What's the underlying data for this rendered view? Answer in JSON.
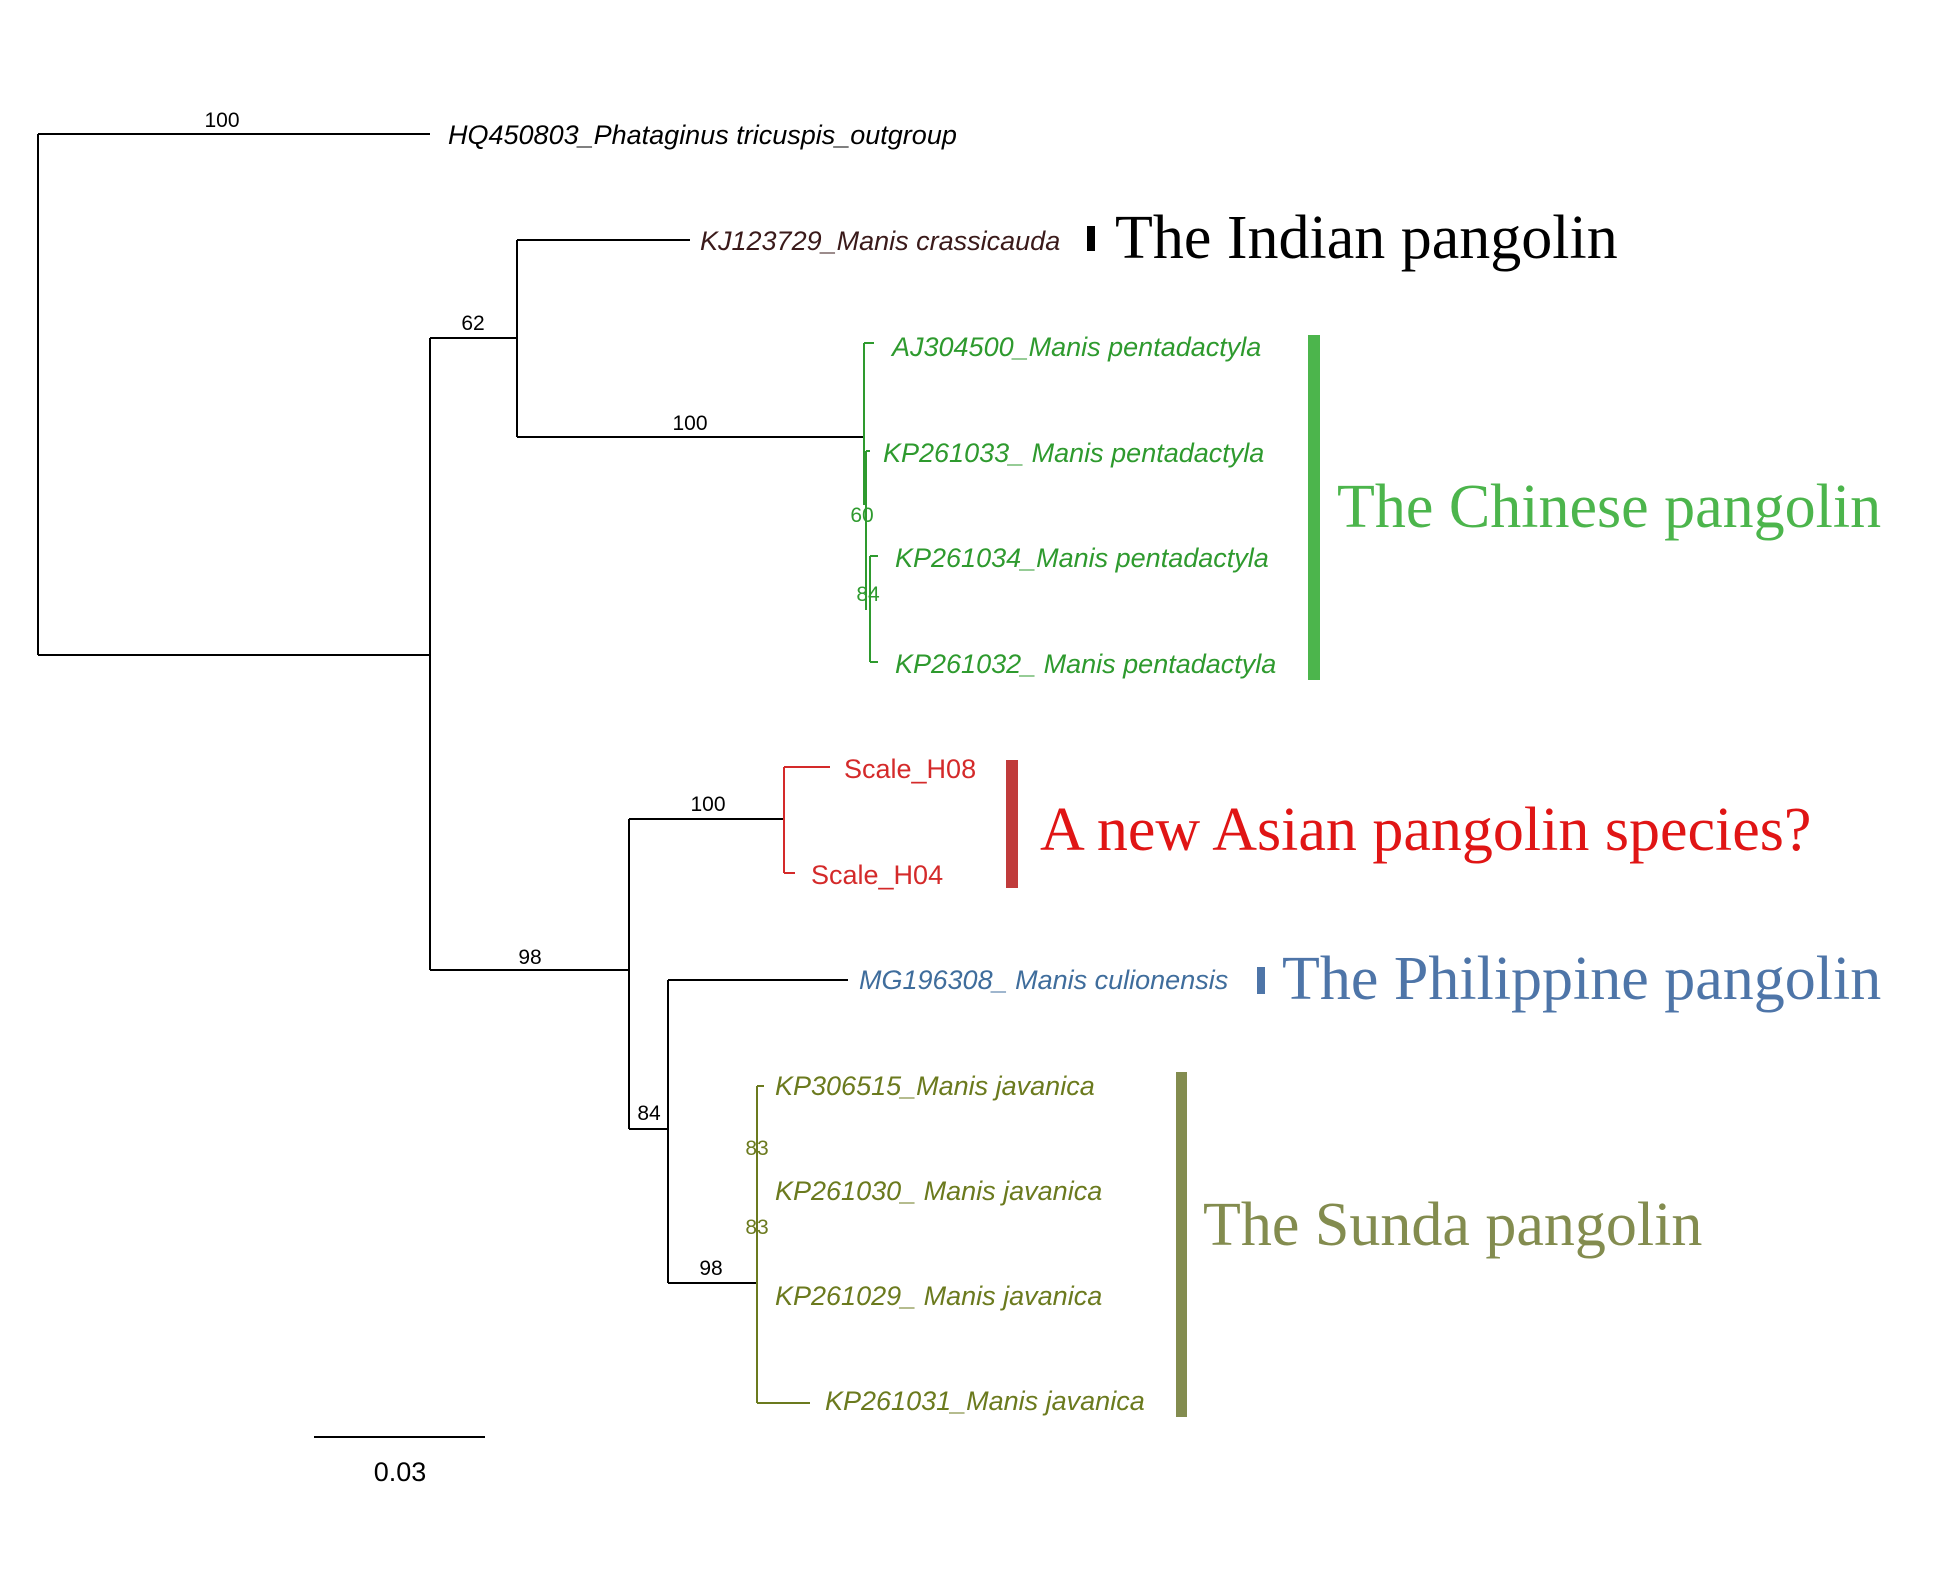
{
  "colors": {
    "outgroup": "#000000",
    "indian": "#3a1a1a",
    "chinese": "#2e9a2e",
    "chinese_label": "#4cb54c",
    "new_species": "#d42a2a",
    "new_species_bar": "#c03b3b",
    "new_species_label": "#e01515",
    "philippine": "#3f6d9c",
    "philippine_label": "#4e75a8",
    "sunda": "#6b7a1e",
    "sunda_label": "#838c4f",
    "branch": "#000000"
  },
  "taxa": {
    "outgroup": "HQ450803_Phataginus tricuspis_outgroup",
    "indian": "KJ123729_Manis crassicauda",
    "chinese_1": "AJ304500_Manis pentadactyla",
    "chinese_2": "KP261033_ Manis pentadactyla",
    "chinese_3": "KP261034_Manis pentadactyla",
    "chinese_4": "KP261032_ Manis pentadactyla",
    "scale_h08": "Scale_H08",
    "scale_h04": "Scale_H04",
    "philippine": "MG196308_ Manis culionensis",
    "sunda_1": "KP306515_Manis javanica",
    "sunda_2": "KP261030_ Manis javanica",
    "sunda_3": "KP261029_ Manis javanica",
    "sunda_4": "KP261031_Manis javanica"
  },
  "support": {
    "outgroup": "100",
    "indian_chinese": "62",
    "chinese": "100",
    "chinese_inner": "60",
    "chinese_pair": "84",
    "new_species": "100",
    "asian_clade": "98",
    "philippine_sunda": "84",
    "sunda": "98",
    "sunda_inner_1": "83",
    "sunda_inner_2": "83"
  },
  "clades": {
    "indian": "The Indian pangolin",
    "chinese": "The Chinese pangolin",
    "new_species": "A new Asian pangolin species?",
    "philippine": "The Philippine pangolin",
    "sunda": "The Sunda pangolin"
  },
  "scale_bar": {
    "label": "0.03"
  }
}
